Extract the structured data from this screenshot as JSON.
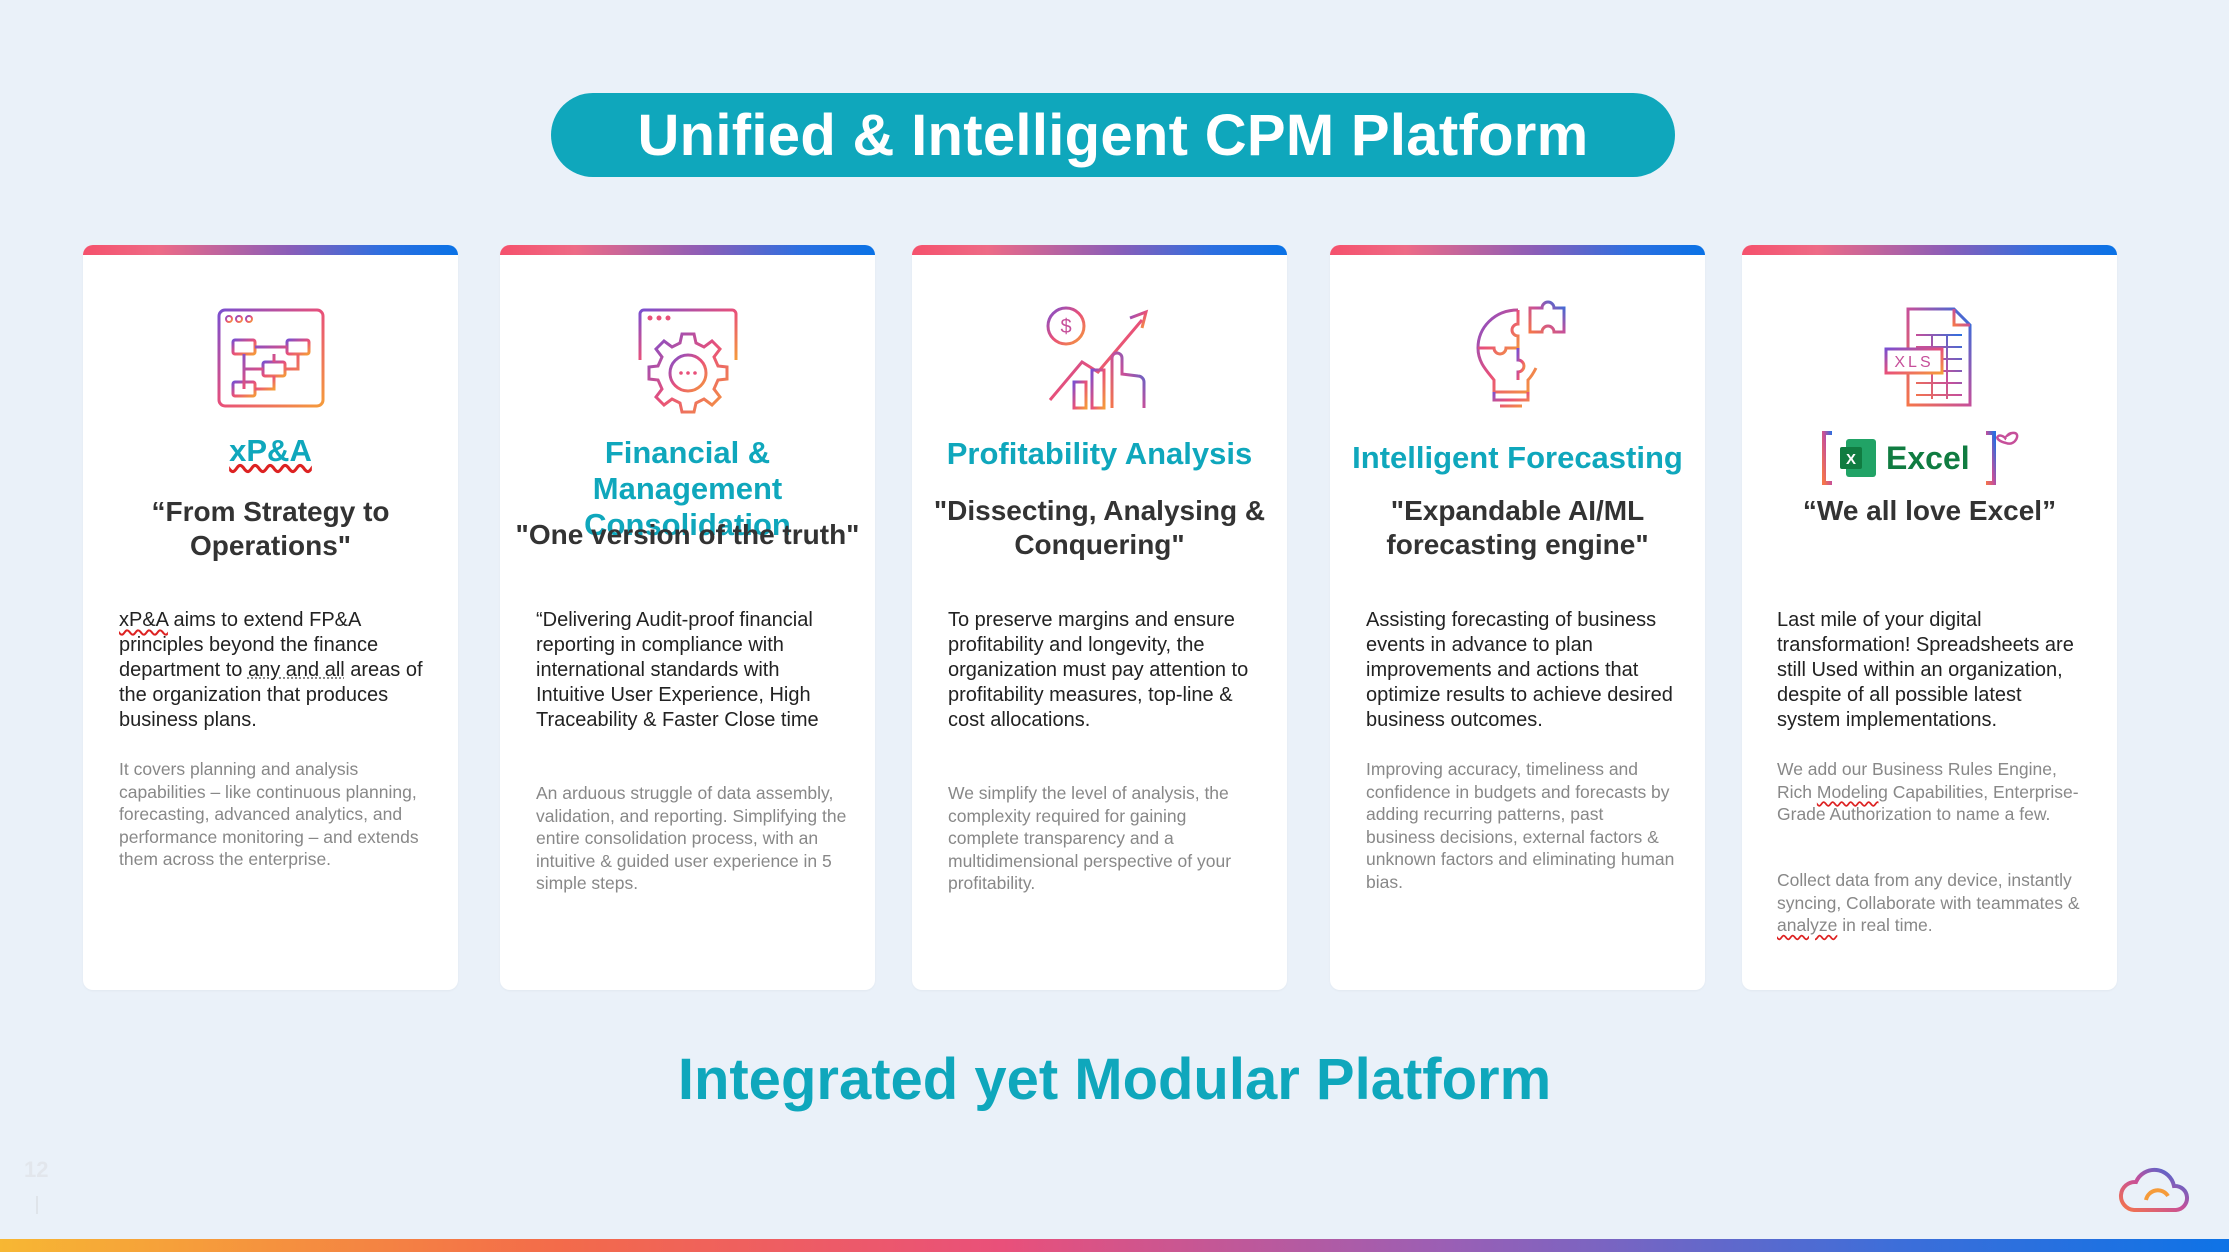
{
  "header": {
    "title": "Unified & Intelligent CPM Platform"
  },
  "cards": [
    {
      "title": "xP&A",
      "quote": "“From Strategy to Operations\"",
      "desc_prefix": "xP&A",
      "desc_mid": " aims to extend FP&A principles beyond the finance department to ",
      "desc_under": "any and all",
      "desc_suffix": " areas of the organization that produces business plans.",
      "note": "It covers planning and analysis capabilities – like continuous planning, forecasting, advanced analytics, and performance monitoring – and extends them across the enterprise.",
      "icon": "workflow-icon"
    },
    {
      "title": "Financial &  Management Consolidation",
      "quote": "\"One version of the truth\"",
      "desc": "“Delivering Audit-proof financial reporting in compliance with international standards with Intuitive User Experience, High Traceability & Faster Close time",
      "note": "An arduous struggle of data assembly, validation, and reporting. Simplifying the entire consolidation process, with an intuitive & guided user experience in 5 simple steps.",
      "icon": "gear-window-icon"
    },
    {
      "title": "Profitability Analysis",
      "quote": "\"Dissecting, Analysing & Conquering\"",
      "desc": "To preserve margins and ensure profitability and longevity, the organization must pay attention to profitability measures, top-line & cost allocations.",
      "note": "We simplify the level of analysis, the complexity required for gaining complete transparency and a multidimensional perspective of your profitability.",
      "icon": "growth-chart-icon"
    },
    {
      "title": "Intelligent Forecasting",
      "quote": "\"Expandable AI/ML forecasting engine\"",
      "desc": "Assisting forecasting of business events in advance to plan improvements and actions that optimize results to achieve desired business outcomes.",
      "note": "Improving accuracy, timeliness and confidence in budgets and forecasts by adding recurring patterns, past business decisions, external factors & unknown factors and eliminating human bias.",
      "icon": "puzzle-bulb-icon"
    },
    {
      "title": "Excel",
      "quote": "“We all love Excel”",
      "desc": "Last mile of your digital transformation! Spreadsheets are still Used within an organization, despite of all possible latest system implementations.",
      "note1_a": "We add our Business Rules Engine, Rich ",
      "note1_u": "Modeling",
      "note1_b": " Capabilities, Enterprise-Grade Authorization to name a few.",
      "note2_a": "Collect data from any device, instantly syncing, Collaborate with teammates & ",
      "note2_u": "analyze",
      "note2_b": " in real time.",
      "icon": "xls-file-icon",
      "xls_label": "XLS",
      "excel_badge": "X"
    }
  ],
  "footer": {
    "title": "Integrated yet Modular Platform"
  },
  "page_number": "12",
  "colors": {
    "teal": "#0fa7bc",
    "card_bg": "#ffffff",
    "page_bg": "#eaf1f9"
  }
}
